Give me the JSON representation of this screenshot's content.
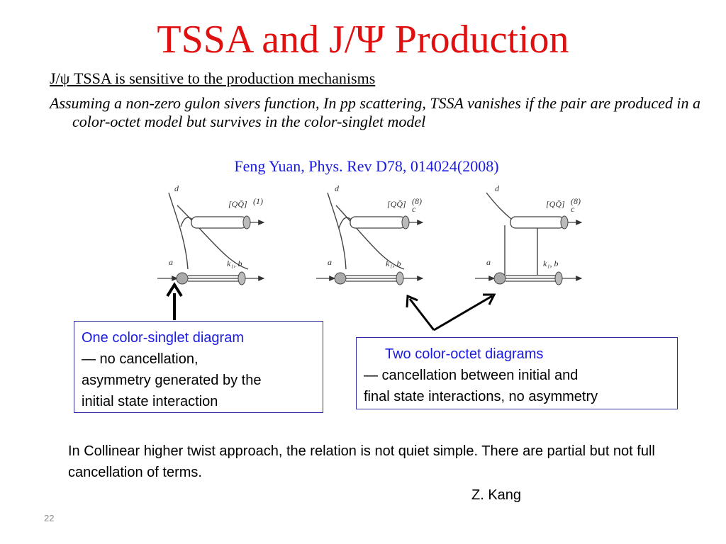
{
  "slide": {
    "title": "TSSA and J/Ψ Production",
    "subtitle": "J/ψ TSSA is sensitive to the production mechanisms",
    "paragraph": "Assuming a non-zero gulon sivers function, In pp scattering, TSSA vanishes if the pair are produced in a color-octet model but survives in the color-singlet model",
    "citation": "Feng Yuan, Phys. Rev D78, 014024(2008)",
    "diagrams": [
      {
        "top_label": "d",
        "state_label": "[QQ̄]",
        "state_sup": "(1)",
        "state_sub": "",
        "left_label": "a",
        "right_label": "k₁, b"
      },
      {
        "top_label": "d",
        "state_label": "[QQ̄]",
        "state_sup": "(8)",
        "state_sub": "c",
        "left_label": "a",
        "right_label": "k₁, b"
      },
      {
        "top_label": "d",
        "state_label": "[QQ̄]",
        "state_sup": "(8)",
        "state_sub": "c",
        "left_label": "a",
        "right_label": "k₁, b"
      }
    ],
    "box1": {
      "heading": "One color-singlet diagram",
      "line1": "— no cancellation,",
      "line2": "asymmetry generated by the",
      "line3": "initial state interaction"
    },
    "box2": {
      "heading": "Two color-octet diagrams",
      "line1": "— cancellation between initial and",
      "line2": "final state interactions, no asymmetry"
    },
    "note": "In Collinear higher twist approach, the relation is not quiet simple. There are partial but not full cancellation of terms.",
    "author": "Z. Kang",
    "page_number": "22"
  },
  "colors": {
    "title": "#e01010",
    "citation": "#1a1ae0",
    "box_heading": "#1a1ae0",
    "box_border": "#2e2e9e",
    "page_number": "#8a8a8a"
  }
}
